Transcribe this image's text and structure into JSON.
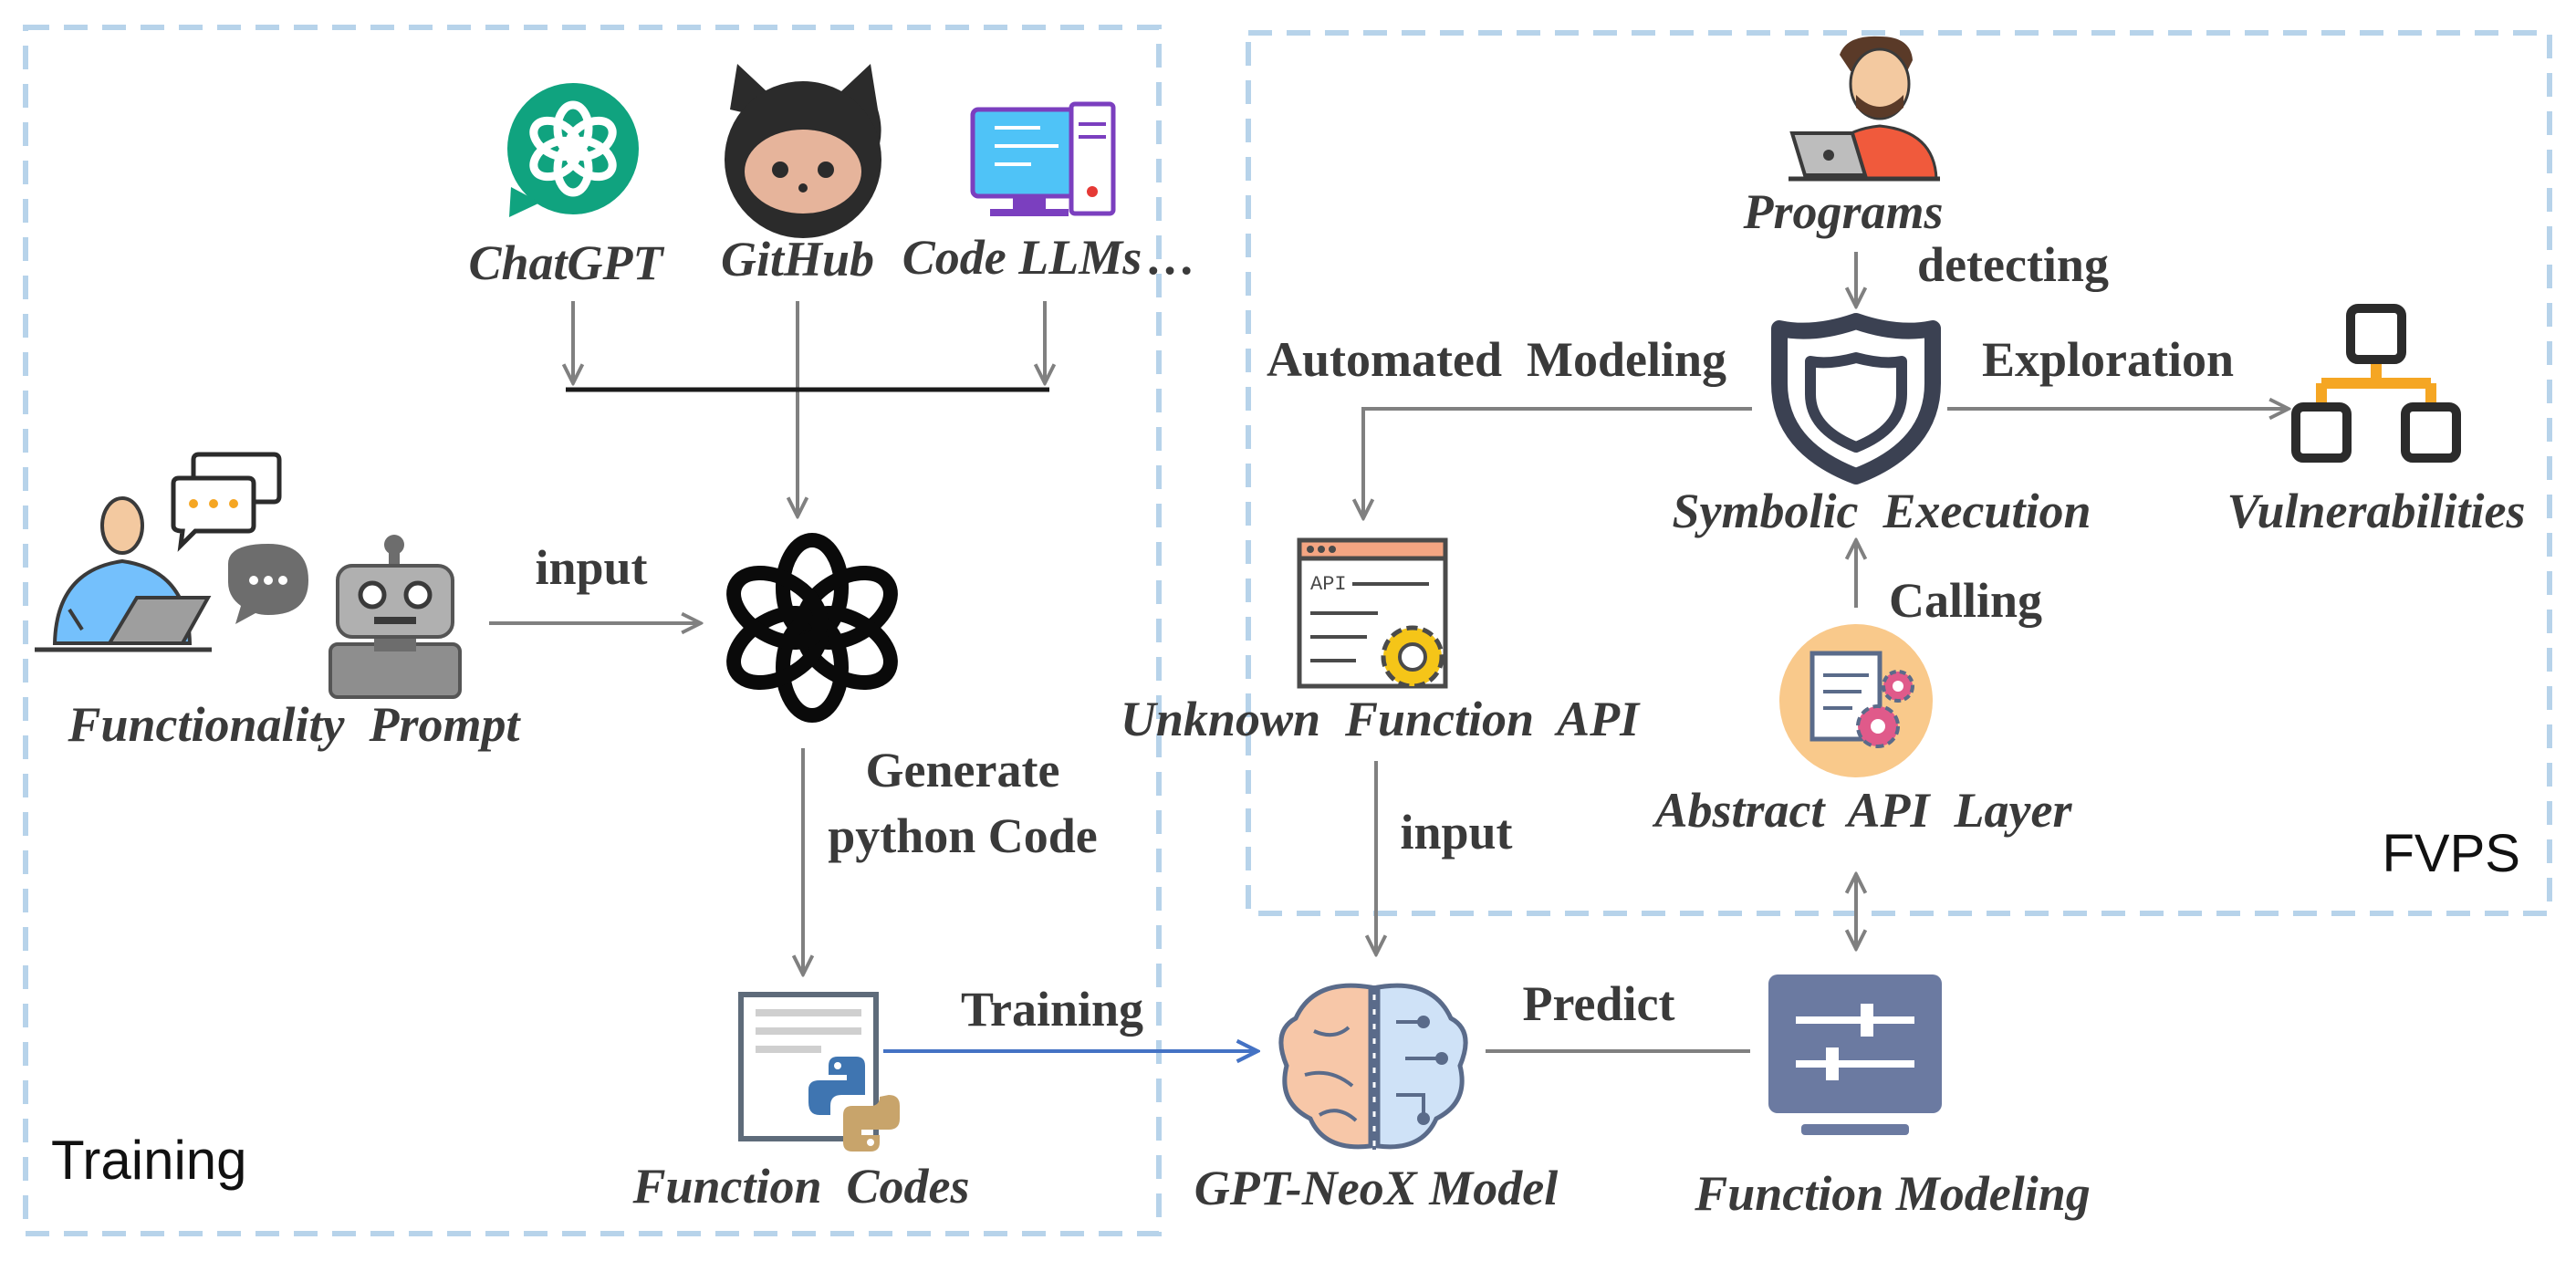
{
  "regions": {
    "training": "Training",
    "fvps": "FVPS"
  },
  "sources": {
    "chatgpt": "ChatGPT",
    "github": "GitHub",
    "code_llms": "Code LLMs",
    "ellipsis": "…"
  },
  "left": {
    "functionality_prompt": "Functionality  Prompt",
    "input": "input",
    "generate_line1": "Generate",
    "generate_line2": "python Code",
    "function_codes": "Function  Codes",
    "training_edge": "Training"
  },
  "center": {
    "gpt_neox": "GPT-NeoX Model",
    "predict": "Predict",
    "function_modeling": "Function Modeling"
  },
  "fvps": {
    "programs": "Programs",
    "detecting": "detecting",
    "automated_modeling": "Automated  Modeling",
    "exploration": "Exploration",
    "symbolic_execution": "Symbolic  Execution",
    "vulnerabilities": "Vulnerabilities",
    "calling": "Calling",
    "unknown_api": "Unknown  Function  API",
    "abstract_api": "Abstract  API  Layer",
    "input": "input",
    "api_text": "API"
  },
  "colors": {
    "dashed_border": "#b7d3ea",
    "arrow_gray": "#808080",
    "arrow_blue": "#4472c4",
    "chatgpt_green": "#10a37f",
    "shield_dark": "#3b4152",
    "network_orange": "#f5a623",
    "function_modeling_slate": "#6b7aa1"
  }
}
